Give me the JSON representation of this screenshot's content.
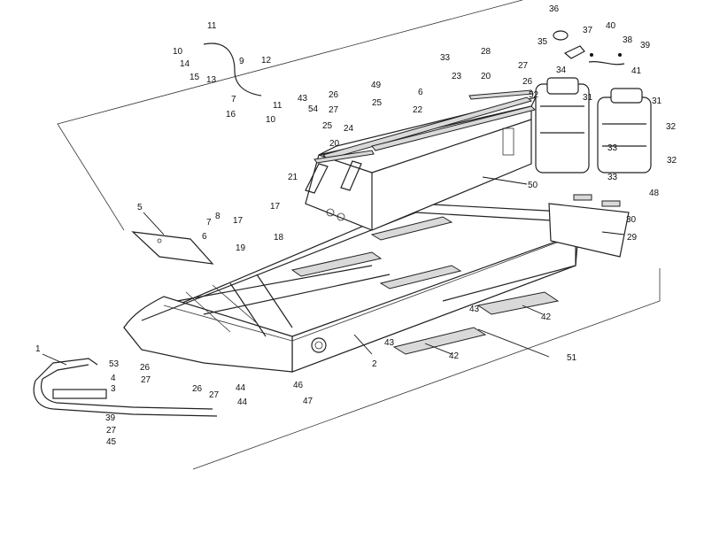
{
  "callouts": [
    {
      "id": "c1",
      "label": "1"
    },
    {
      "id": "c2",
      "label": "2"
    },
    {
      "id": "c3",
      "label": "3"
    },
    {
      "id": "c4",
      "label": "4"
    },
    {
      "id": "c5",
      "label": "5"
    },
    {
      "id": "c6a",
      "label": "6"
    },
    {
      "id": "c6b",
      "label": "6"
    },
    {
      "id": "c7a",
      "label": "7"
    },
    {
      "id": "c7b",
      "label": "7"
    },
    {
      "id": "c8",
      "label": "8"
    },
    {
      "id": "c9",
      "label": "9"
    },
    {
      "id": "c10a",
      "label": "10"
    },
    {
      "id": "c10b",
      "label": "10"
    },
    {
      "id": "c11a",
      "label": "11"
    },
    {
      "id": "c11b",
      "label": "11"
    },
    {
      "id": "c12",
      "label": "12"
    },
    {
      "id": "c13",
      "label": "13"
    },
    {
      "id": "c14",
      "label": "14"
    },
    {
      "id": "c15",
      "label": "15"
    },
    {
      "id": "c16",
      "label": "16"
    },
    {
      "id": "c17a",
      "label": "17"
    },
    {
      "id": "c17b",
      "label": "17"
    },
    {
      "id": "c18",
      "label": "18"
    },
    {
      "id": "c19",
      "label": "19"
    },
    {
      "id": "c20a",
      "label": "20"
    },
    {
      "id": "c20b",
      "label": "20"
    },
    {
      "id": "c21",
      "label": "21"
    },
    {
      "id": "c22",
      "label": "22"
    },
    {
      "id": "c23",
      "label": "23"
    },
    {
      "id": "c24",
      "label": "24"
    },
    {
      "id": "c25a",
      "label": "25"
    },
    {
      "id": "c25b",
      "label": "25"
    },
    {
      "id": "c26a",
      "label": "26"
    },
    {
      "id": "c26b",
      "label": "26"
    },
    {
      "id": "c26c",
      "label": "26"
    },
    {
      "id": "c26d",
      "label": "26"
    },
    {
      "id": "c27a",
      "label": "27"
    },
    {
      "id": "c27b",
      "label": "27"
    },
    {
      "id": "c27c",
      "label": "27"
    },
    {
      "id": "c27d",
      "label": "27"
    },
    {
      "id": "c27e",
      "label": "27"
    },
    {
      "id": "c28",
      "label": "28"
    },
    {
      "id": "c29",
      "label": "29"
    },
    {
      "id": "c30",
      "label": "30"
    },
    {
      "id": "c31a",
      "label": "31"
    },
    {
      "id": "c31b",
      "label": "31"
    },
    {
      "id": "c32a",
      "label": "32"
    },
    {
      "id": "c32b",
      "label": "32"
    },
    {
      "id": "c33a",
      "label": "33"
    },
    {
      "id": "c33b",
      "label": "33"
    },
    {
      "id": "c33c",
      "label": "33"
    },
    {
      "id": "c34",
      "label": "34"
    },
    {
      "id": "c35",
      "label": "35"
    },
    {
      "id": "c36",
      "label": "36"
    },
    {
      "id": "c37",
      "label": "37"
    },
    {
      "id": "c38",
      "label": "38"
    },
    {
      "id": "c39a",
      "label": "39"
    },
    {
      "id": "c39b",
      "label": "39"
    },
    {
      "id": "c40",
      "label": "40"
    },
    {
      "id": "c41",
      "label": "41"
    },
    {
      "id": "c42a",
      "label": "42"
    },
    {
      "id": "c42b",
      "label": "42"
    },
    {
      "id": "c43a",
      "label": "43"
    },
    {
      "id": "c43b",
      "label": "43"
    },
    {
      "id": "c43c",
      "label": "43"
    },
    {
      "id": "c44a",
      "label": "44"
    },
    {
      "id": "c44b",
      "label": "44"
    },
    {
      "id": "c45",
      "label": "45"
    },
    {
      "id": "c46",
      "label": "46"
    },
    {
      "id": "c47",
      "label": "47"
    },
    {
      "id": "c48",
      "label": "48"
    },
    {
      "id": "c49",
      "label": "49"
    },
    {
      "id": "c50",
      "label": "50"
    },
    {
      "id": "c51",
      "label": "51"
    },
    {
      "id": "c52",
      "label": "52"
    },
    {
      "id": "c53",
      "label": "53"
    },
    {
      "id": "c54",
      "label": "54"
    }
  ]
}
